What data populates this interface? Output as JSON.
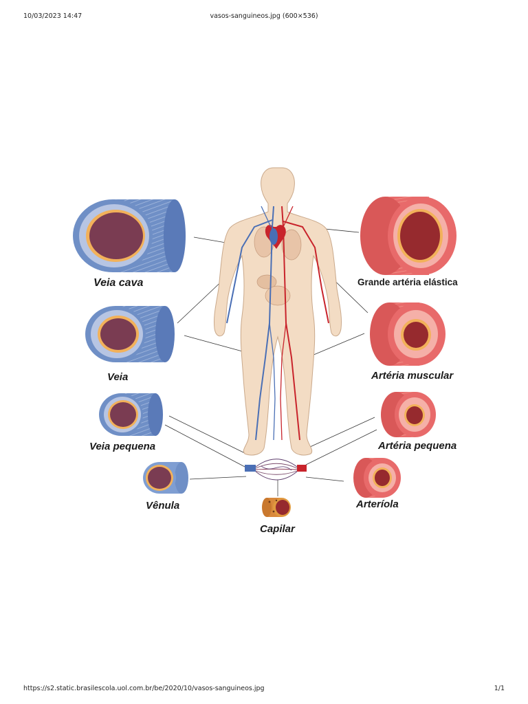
{
  "header": {
    "datetime": "10/03/2023 14:47",
    "title": "vasos-sanguineos.jpg (600×536)"
  },
  "footer": {
    "url": "https://s2.static.brasilescola.uol.com.br/be/2020/10/vasos-sanguineos.jpg",
    "page": "1/1"
  },
  "labels": {
    "veia_cava": "Veia cava",
    "veia": "Veia",
    "veia_pequena": "Veia pequena",
    "venula": "Vênula",
    "capilar": "Capilar",
    "grande_arteria": "Grande artéria elástica",
    "arteria_muscular": "Artéria muscular",
    "arteria_pequena": "Artéria pequena",
    "arteriola": "Arteríola"
  },
  "colors": {
    "vein_outer": "#6f8fc6",
    "vein_band": "#b7c5e3",
    "vein_lumen": "#7a3c52",
    "artery_outer": "#e86a6a",
    "artery_band": "#f5b0a8",
    "artery_lumen": "#962a2e",
    "elastic_ring": "#f2b15a",
    "body_fill": "#f3dcc4"
  }
}
